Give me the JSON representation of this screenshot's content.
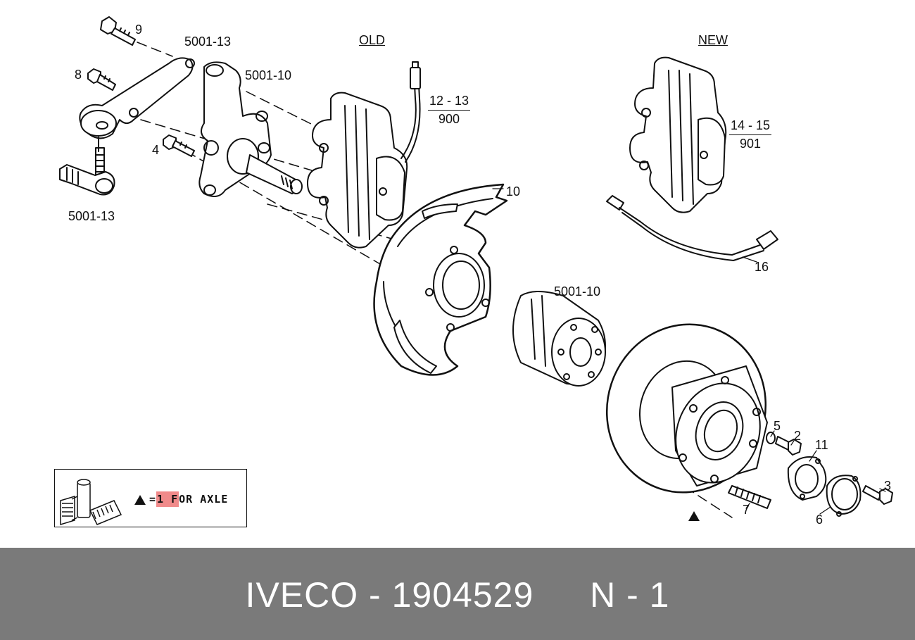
{
  "diagram": {
    "labels": {
      "p9": "9",
      "p8": "8",
      "p4": "4",
      "p5001_13_top": "5001-13",
      "p5001_10_top": "5001-10",
      "p5001_13_bottom": "5001-13",
      "old": "OLD",
      "new": "NEW",
      "p12_13": "12 - 13",
      "p900": "900",
      "p14_15": "14 - 15",
      "p901": "901",
      "p10": "10",
      "p16": "16",
      "p5001_10_mid": "5001-10",
      "p5": "5",
      "p2": "2",
      "p11": "11",
      "p3": "3",
      "p6": "6",
      "p7": "7"
    },
    "legend": {
      "eq": "=",
      "qty": "1",
      "rest_first": "F",
      "rest": "OR AXLE"
    }
  },
  "footer": {
    "brand": "IVECO",
    "sep": "-",
    "part_number": "1904529",
    "page": "N - 1"
  }
}
